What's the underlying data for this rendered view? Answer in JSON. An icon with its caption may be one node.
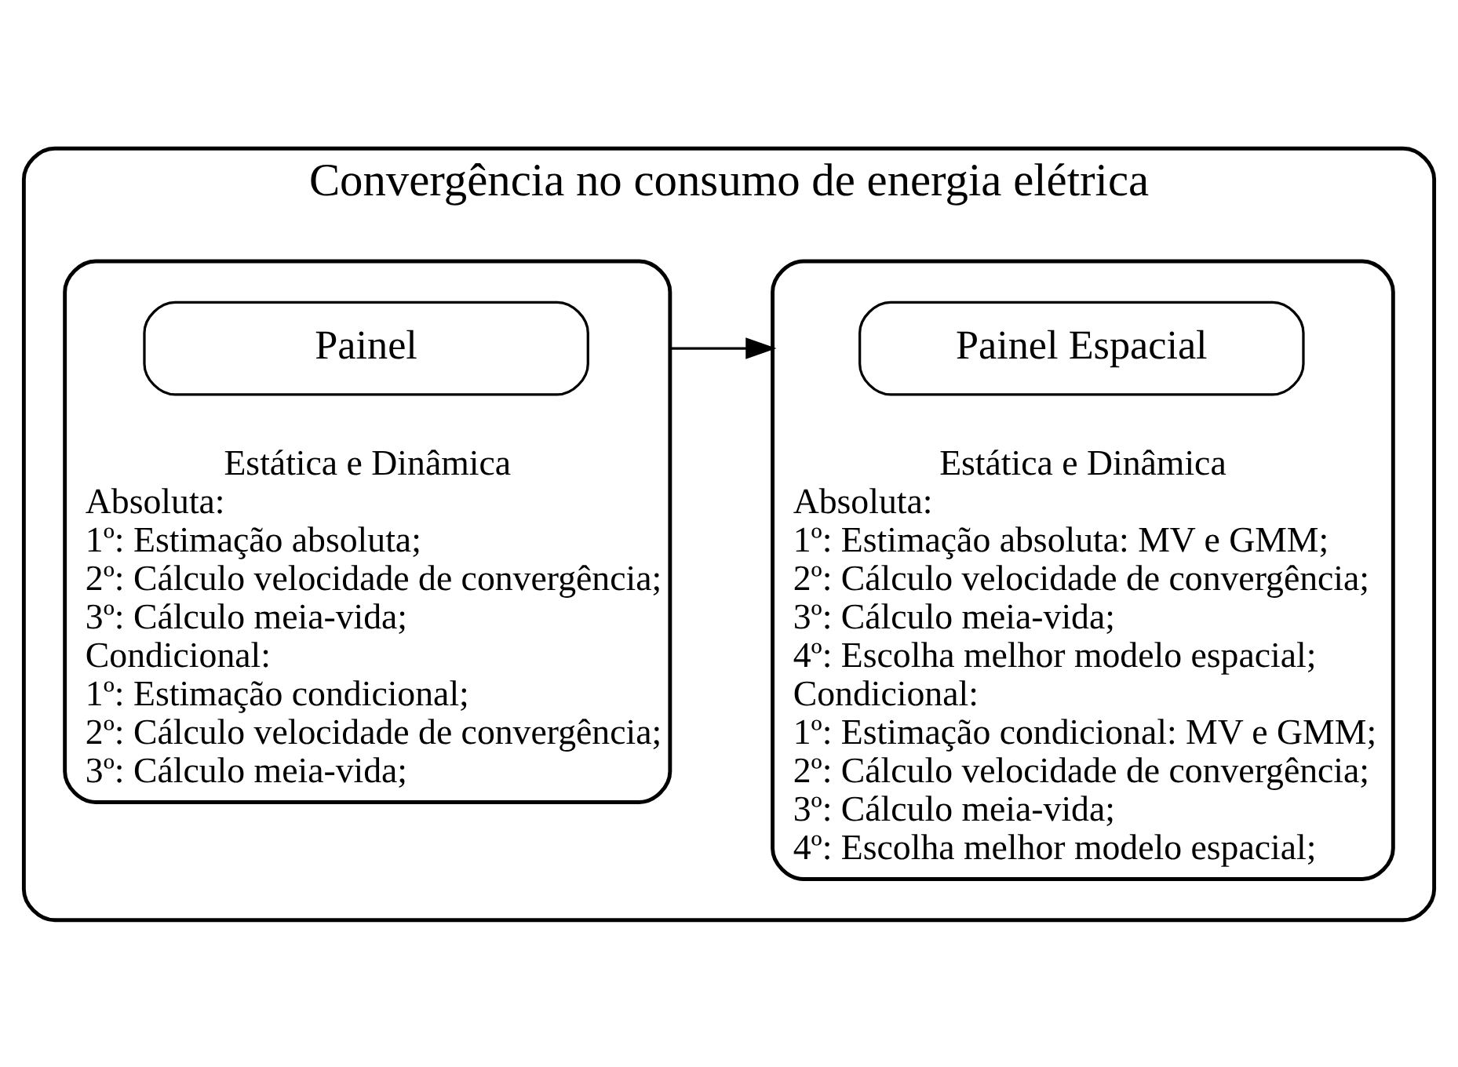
{
  "diagram": {
    "nodes": [
      {
        "text": [
          "Convergência no consumo de energia elétrica"
        ]
      },
      {
        "text": [
          "Estática e Dinâmica",
          "Absoluta:",
          "1º: Estimação absoluta;",
          "2º: Cálculo velocidade de convergência;",
          "3º: Cálculo meia-vida;",
          "Condicional:",
          "1º: Estimação condicional;",
          "2º: Cálculo velocidade de convergência;",
          "3º: Cálculo meia-vida;"
        ],
        "in": 0
      },
      {
        "text": [
          "Painel"
        ],
        "in": 1
      },
      {
        "text": [
          "Estática e Dinâmica",
          "Absoluta:",
          "1º: Estimação absoluta: MV e GMM;",
          "2º: Cálculo velocidade de convergência;",
          "3º: Cálculo meia-vida;",
          "4º: Escolha melhor modelo espacial;",
          "Condicional:",
          "1º: Estimação condicional: MV e GMM;",
          "2º: Cálculo velocidade de convergência;",
          "3º: Cálculo meia-vida;",
          "4º: Escolha melhor modelo espacial;"
        ],
        "in": 0
      },
      {
        "text": [
          "Painel Espacial"
        ],
        "in": 3
      }
    ],
    "edges": [
      {
        "from": 1,
        "to": 3,
        "arrow": "to"
      }
    ]
  }
}
